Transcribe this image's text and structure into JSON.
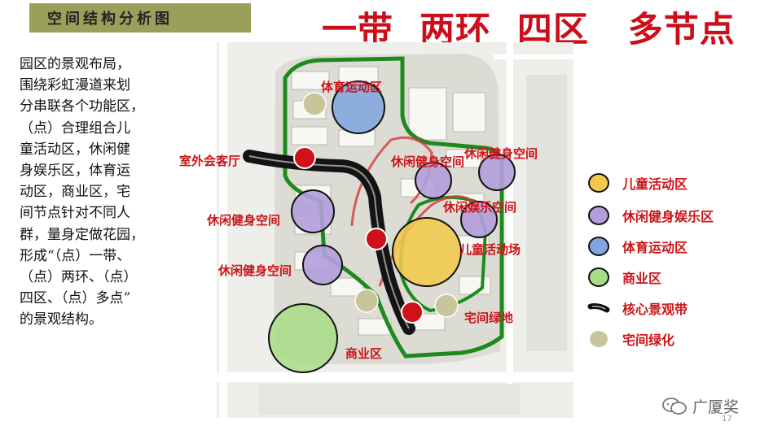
{
  "header": {
    "section_title": "空间结构分析图",
    "headline": "一带  两环  四区   多节点"
  },
  "description": {
    "lines": [
      "园区的景观布局，",
      "围绕彩虹漫道来划",
      "分串联各个功能区，",
      "（点）合理组合儿",
      "童活动区，休闲健",
      "身娱乐区，体育运",
      "动区，商业区，宅",
      "间节点针对不同人",
      "群，量身定做花园，",
      "形成“（点）一带、",
      "（点）两环、（点）",
      "四区、（点）多点”",
      "的景观结构。"
    ]
  },
  "map_labels": {
    "sports": "体育运动区",
    "outdoor_lounge": "室外会客厅",
    "leisure_fitness_a": "休闲健身空间",
    "leisure_fitness_b": "休闲健身空间",
    "leisure_entertainment": "休闲娱乐空间",
    "leisure_fitness_c": "休闲健身空间",
    "kids_playground": "儿童活动场",
    "leisure_fitness_d": "休闲健身空间",
    "courtyard_green": "宅间绿地",
    "commercial": "商业区"
  },
  "legend": [
    {
      "label": "儿童活动区",
      "color": "#f2c94c",
      "shape": "circle"
    },
    {
      "label": "休闲健身娱乐区",
      "color": "#b39ddb",
      "shape": "circle"
    },
    {
      "label": "体育运动区",
      "color": "#7fa6dd",
      "shape": "circle"
    },
    {
      "label": "商业区",
      "color": "#a8dd86",
      "shape": "circle"
    },
    {
      "label": "核心景观带",
      "color": "#111111",
      "shape": "band"
    },
    {
      "label": "宅间绿化",
      "color": "#c9c59a",
      "shape": "circle"
    }
  ],
  "colors": {
    "accent_red": "#cc1418",
    "ring_green": "#1e8a1e",
    "title_bar": "#9aa05a"
  },
  "footer": {
    "watermark": "广厦奖",
    "page_number": "17"
  }
}
